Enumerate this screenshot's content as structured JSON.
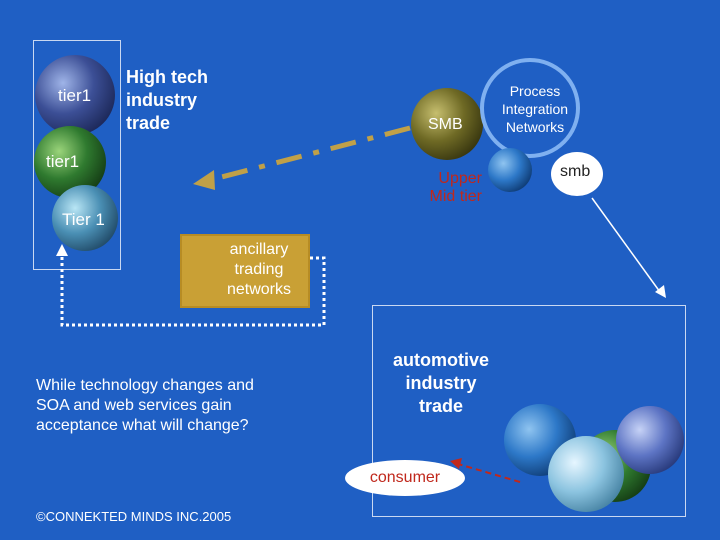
{
  "diagram": {
    "tier1_top": "tier1",
    "tier1_mid": "tier1",
    "tier1_low": "Tier 1",
    "high_tech": [
      "High tech",
      "industry",
      "trade"
    ],
    "smb_upper": "SMB",
    "upper_mid": [
      "Upper",
      "Mid tier"
    ],
    "process_integration": [
      "Process",
      "Integration",
      "Networks"
    ],
    "smb_lower": "smb",
    "ancillary": [
      "ancillary",
      "trading",
      "networks"
    ],
    "automotive": [
      "automotive",
      "industry",
      "trade"
    ],
    "consumer": "consumer",
    "question": [
      "While technology changes and",
      "SOA and web services gain",
      "acceptance what will change?"
    ],
    "copyright": "©CONNEKTED MINDS INC.2005"
  },
  "colors": {
    "background": "#1f5fc4",
    "ancillary_box": "#c9a035",
    "arrow_tan": "#c0a048",
    "upper_mid_text": "#c0281c"
  }
}
